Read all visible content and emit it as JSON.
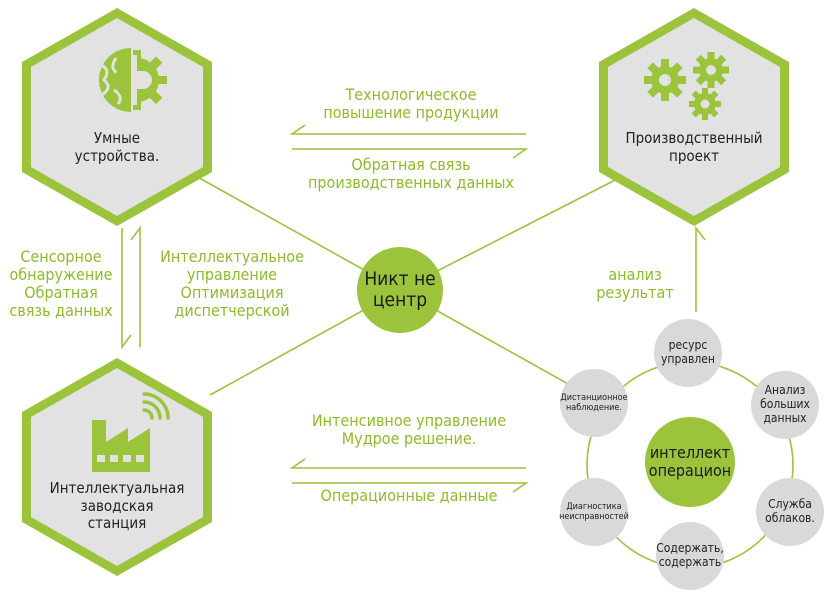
{
  "colors": {
    "accent": "#9bc43c",
    "hex_fill": "#e2e2e2",
    "circle_fill": "#d9d9d9",
    "text_green": "#8dbb2a",
    "text_dark": "#222222"
  },
  "hexagons": {
    "smart_devices": {
      "label": "Умные\nустройства.",
      "icon": "brain-gear-icon"
    },
    "production_project": {
      "label": "Производственный\nпроект",
      "icon": "gears-icon"
    },
    "factory_station": {
      "label": "Интеллектуальная\nзаводская\nстанция",
      "icon": "factory-wifi-icon"
    }
  },
  "center": {
    "label": "Никт не\nцентр"
  },
  "ops": {
    "label": "интеллект\nоперацион",
    "nodes": [
      {
        "name": "resource",
        "label": "ресурс\nуправлен"
      },
      {
        "name": "bigdata",
        "label": "Анализ\nбольших\nданных"
      },
      {
        "name": "cloud",
        "label": "Служба\nоблаков."
      },
      {
        "name": "maintain",
        "label": "Содержать,\nсодержать"
      },
      {
        "name": "diagnosis",
        "label": "Диагностика\nнеисправностей"
      },
      {
        "name": "remote",
        "label": "Дистанционное\nнаблюдение."
      }
    ]
  },
  "flows": {
    "top_upper": "Технологическое\nповышение продукции",
    "top_lower": "Обратная связь\nпроизводственных данных",
    "left_outer": "Сенсорное\nобнаружение\nОбратная\nсвязь данных",
    "left_inner": "Интеллектуальное\nуправление\nОптимизация\nдиспетчерской",
    "bottom_upper": "Интенсивное управление\nМудрое решение.",
    "bottom_lower": "Операционные данные",
    "right": "анализ\nрезультат"
  }
}
